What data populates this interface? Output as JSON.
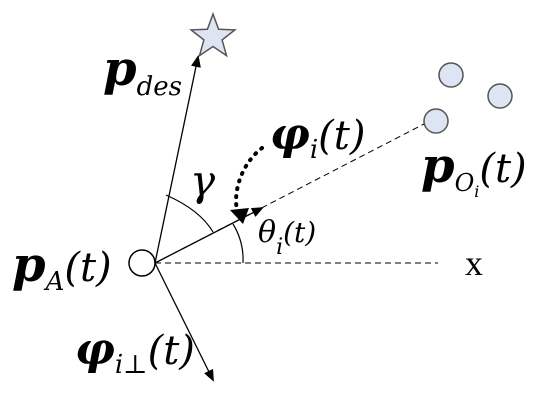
{
  "labels": {
    "p_des": {
      "base": "p",
      "sub": "des"
    },
    "phi_i": {
      "base": "φ",
      "sub": "i",
      "arg": "(t)"
    },
    "p_oi": {
      "base": "p",
      "sub": "O",
      "subsub": "i",
      "arg": "(t)"
    },
    "theta_i": {
      "base": "θ",
      "sub": "i",
      "arg": "(t)"
    },
    "gamma": "γ",
    "p_a": {
      "base": "p",
      "sub": "A",
      "arg": "(t)"
    },
    "x_axis": "x",
    "phi_perp": {
      "base": "φ",
      "sub": "i⊥",
      "arg": "(t)"
    }
  },
  "colors": {
    "ink": "#000000",
    "star_fill": "#dde4f3",
    "obstacle_fill": "#dde4f3",
    "outline": "#555555"
  }
}
